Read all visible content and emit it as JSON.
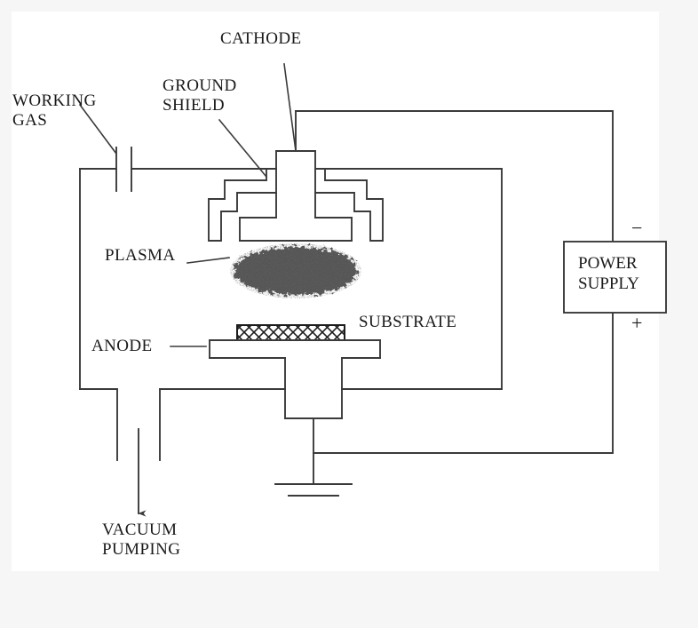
{
  "figure": {
    "title": "Sputtering deposition system schematic",
    "background_color": "#f6f6f6",
    "sheet_color": "#ffffff",
    "line_color": "#3a3a3a",
    "text_color": "#1a1a1a"
  },
  "labels": {
    "cathode": "CATHODE",
    "ground_shield_line1": "GROUND",
    "ground_shield_line2": "SHIELD",
    "working_gas_line1": "WORKING",
    "working_gas_line2": "GAS",
    "plasma": "PLASMA",
    "substrate": "SUBSTRATE",
    "anode": "ANODE",
    "vacuum_line1": "VACUUM",
    "vacuum_line2": "PUMPING",
    "power_supply_line1": "POWER",
    "power_supply_line2": "SUPPLY",
    "terminal_negative": "−",
    "terminal_positive": "+"
  },
  "components": {
    "chamber": "vacuum-chamber",
    "cathode_target": "cathode-target-assembly",
    "ground_shield_left": "ground-shield-left",
    "ground_shield_right": "ground-shield-right",
    "plasma_cloud": "plasma-glow-region",
    "substrate_block": "substrate-hatched-block",
    "anode_plate": "anode-plate",
    "anode_stem": "anode-support-stem",
    "earth_ground": "earth-ground-symbol",
    "gas_valve": "working-gas-valve",
    "vacuum_port": "vacuum-pumping-port",
    "power_supply": "dc-power-supply"
  }
}
